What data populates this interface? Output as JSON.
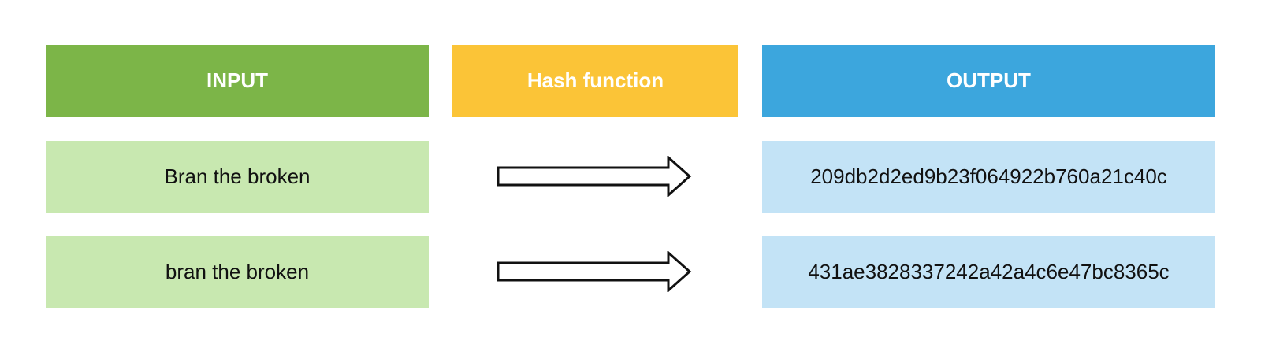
{
  "headers": {
    "input": "INPUT",
    "hash_function": "Hash function",
    "output": "OUTPUT"
  },
  "rows": [
    {
      "input": "Bran the broken",
      "output": "209db2d2ed9b23f064922b760a21c40c"
    },
    {
      "input": "bran the broken",
      "output": "431ae3828337242a42a4c6e47bc8365c"
    }
  ],
  "colors": {
    "input_header": "#7cb548",
    "hash_header": "#fbc437",
    "output_header": "#3ca6dd",
    "input_cell": "#c8e8b0",
    "output_cell": "#c3e3f6",
    "arrow_stroke": "#111111",
    "arrow_fill": "#ffffff"
  },
  "icons": {
    "arrow": "right-arrow-icon"
  }
}
